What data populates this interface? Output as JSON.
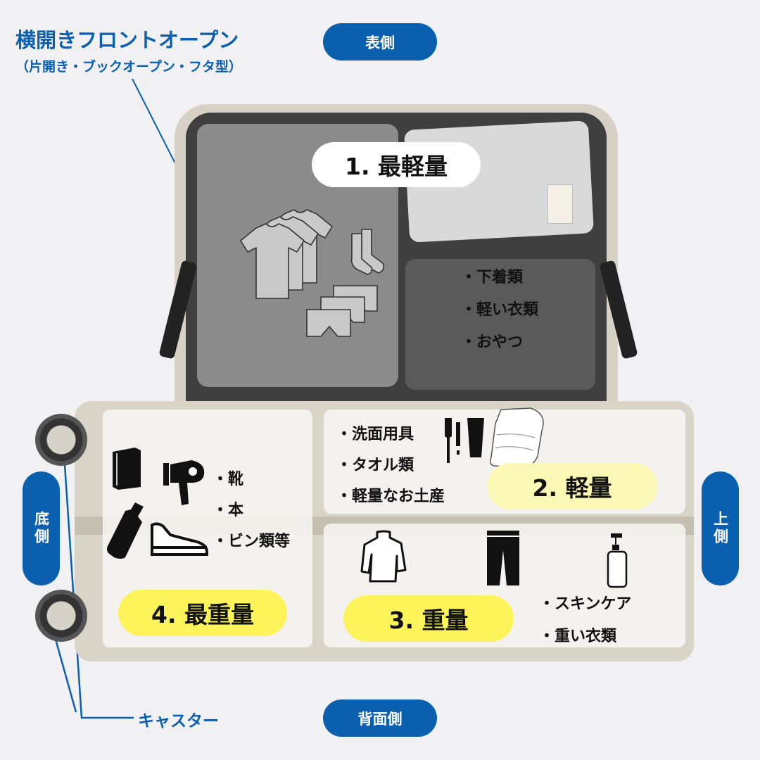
{
  "heading": {
    "title": "横開きフロントオープン",
    "subtitle": "（片開き・ブックオープン・フタ型）"
  },
  "sides": {
    "front": "表側",
    "back": "背面側",
    "bottom": "底側",
    "top": "上側"
  },
  "caster_label": "キャスター",
  "sections": {
    "lightest": {
      "label": "1. 最軽量",
      "items": [
        "・下着類",
        "・軽い衣類",
        "・おやつ"
      ]
    },
    "light": {
      "label": "2. 軽量",
      "items": [
        "・洗面用具",
        "・タオル類",
        "・軽量なお土産"
      ]
    },
    "heavy": {
      "label": "3. 重量",
      "items": [
        "・スキンケア",
        "・重い衣類"
      ]
    },
    "heaviest": {
      "label": "4. 最重量",
      "items": [
        "・靴",
        "・本",
        "・ビン類等"
      ]
    }
  },
  "colors": {
    "blue": "#0a5fae",
    "highlight_yellow": "#fdf45c",
    "highlight_pale": "#fbf7b5",
    "label_white": "#ffffff"
  }
}
